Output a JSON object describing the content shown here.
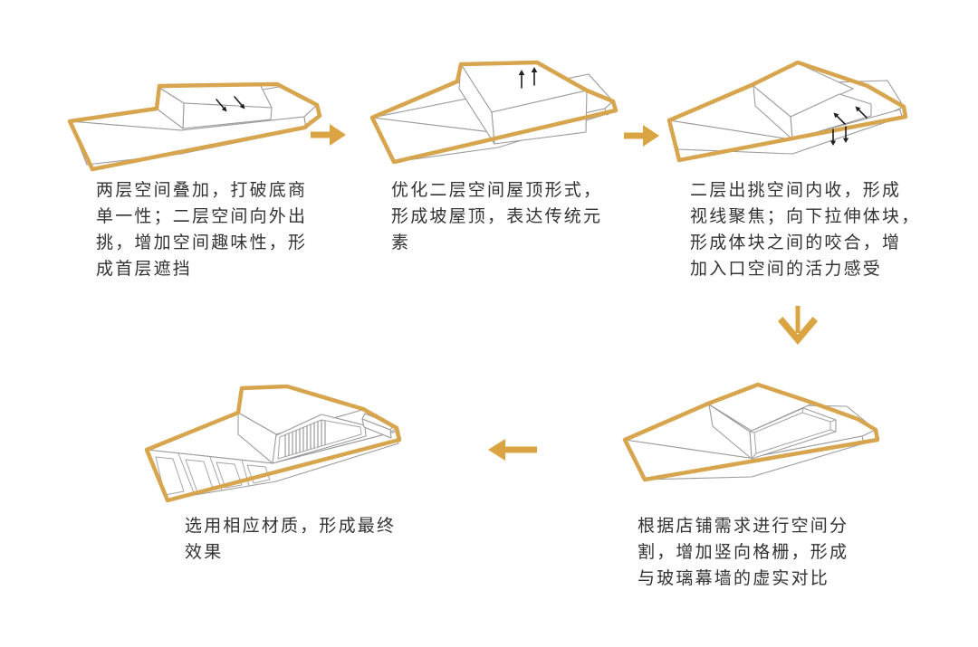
{
  "colors": {
    "background": "#ffffff",
    "outline_gold": "#d8a54f",
    "flow_arrow_gold": "#d9a441",
    "drawing_line_gray": "#9b9b9b",
    "annotation_arrow_black": "#1e1e1e",
    "text": "#333333"
  },
  "steps": [
    {
      "id": 1,
      "diagram": "isometric massing sketch: long base slab with stacked second-floor box, gold outline, two small arrows pointing down-right on the upper box",
      "lines": [
        "两层空间叠加，打破底商",
        "单一性；二层空间向外出",
        "挑，增加空间趣味性，形",
        "成首层遮挡"
      ]
    },
    {
      "id": 2,
      "diagram": "isometric massing sketch: enlarged overhanging second-floor box with two small arrows pointing up from the roof",
      "lines": [
        "优化二层空间屋顶形式，",
        "形成坡屋顶，表达传统元",
        "素"
      ]
    },
    {
      "id": 3,
      "diagram": "isometric massing sketch: second-floor volume with pitched roof, arrows pointing inward (up-left) and downward showing recess and pull-down",
      "lines": [
        "二层出挑空间内收，形成",
        "视线聚焦；向下拉伸体块，",
        "形成体块之间的咬合，增",
        "加入口空间的活力感受"
      ]
    },
    {
      "id": 4,
      "diagram": "isometric massing sketch: pitched-roof volume opened as a hollow frame over the base slab",
      "lines": [
        "根据店铺需求进行空间分",
        "割，增加竖向格栅，形成",
        "与玻璃幕墙的虚实对比"
      ]
    },
    {
      "id": 5,
      "diagram": "isometric massing sketch: final scheme with storefront bays on the base and vertical louvers on the pitched volume",
      "lines": [
        "选用相应材质，形成最终",
        "效果"
      ]
    }
  ],
  "flow_arrows": [
    {
      "name": "step1-to-step2",
      "direction": "right"
    },
    {
      "name": "step2-to-step3",
      "direction": "right"
    },
    {
      "name": "step3-to-step4",
      "direction": "down"
    },
    {
      "name": "step4-to-step5",
      "direction": "left"
    }
  ]
}
